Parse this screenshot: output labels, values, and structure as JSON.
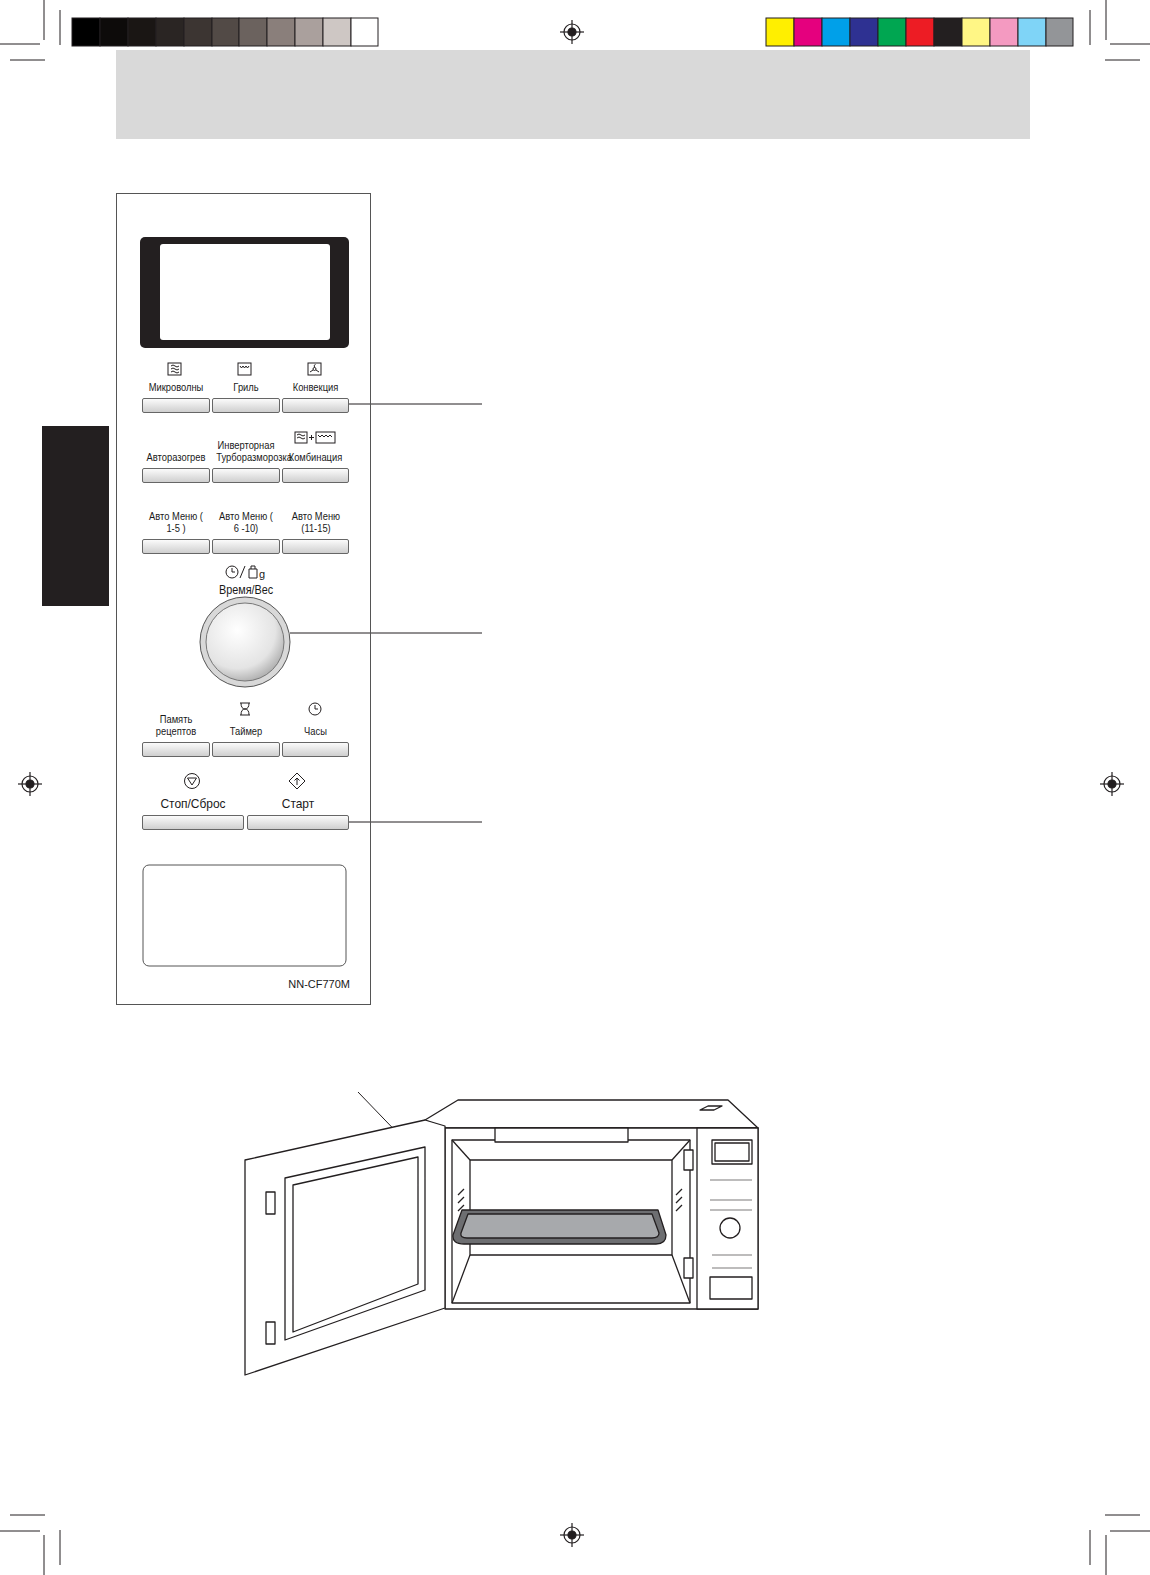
{
  "diagram": {
    "nodes": [
      {
        "text": [
          "NN-CF770M"
        ]
      },
      {
        "text": [
          "Микроволны"
        ],
        "in": 0
      },
      {
        "text": [
          "Гриль"
        ],
        "in": 0
      },
      {
        "text": [
          "Конвекция"
        ],
        "in": 0
      },
      {
        "text": [
          "Авторазогрев"
        ],
        "in": 0
      },
      {
        "text": [
          "Инверторная Турборазморозка"
        ],
        "in": 0
      },
      {
        "text": [
          "Комбинация"
        ],
        "in": 0
      },
      {
        "text": [
          "Авто Меню ( 1-5 )"
        ],
        "in": 0
      },
      {
        "text": [
          "Авто Меню ( 6 -10)"
        ],
        "in": 0
      },
      {
        "text": [
          "Авто Меню (11-15)"
        ],
        "in": 0
      },
      {
        "text": [
          "Время/Вес"
        ],
        "in": 0
      },
      {
        "text": [
          "Память рецептов"
        ],
        "in": 0
      },
      {
        "text": [
          "Таймер"
        ],
        "in": 0
      },
      {
        "text": [
          "Часы"
        ],
        "in": 0
      },
      {
        "text": [
          "Стоп/Сброс"
        ],
        "in": 0
      },
      {
        "text": [
          "Старт"
        ],
        "in": 0
      }
    ],
    "labels": [
      "g"
    ]
  }
}
